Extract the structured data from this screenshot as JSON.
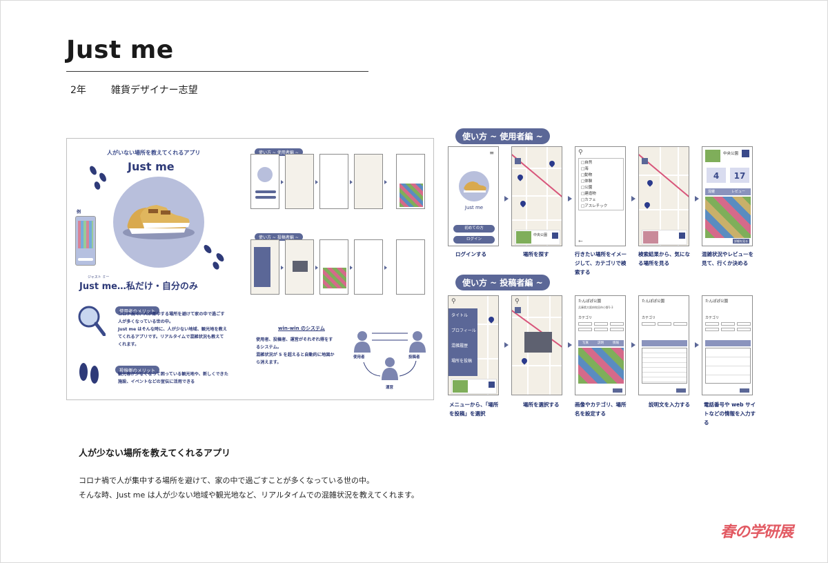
{
  "header": {
    "title": "Just me",
    "grade": "2年",
    "aim": "雑貨デザイナー志望"
  },
  "poster": {
    "tagline": "人がいない場所を教えてくれるアプリ",
    "app_name": "Just me",
    "example_label": "例",
    "ruby": "ジャスト ミー",
    "catchphrase": "Just me…私だけ・自分のみ",
    "user_merit_label": "使用者のメリット",
    "user_merit_text": [
      "コロナ禍で、人が集中する場所を避けて家の中で過ごす",
      "人が多くなっている世の中。",
      "Just me はそんな時に、人が少ない地域、観光地を教え",
      "てくれるアプリです。リアルタイムで混雑状況も教えて",
      "くれます。"
    ],
    "poster_merit_label": "投稿側のメリット",
    "poster_merit_text": [
      "観光客が少なくなって困っている観光地や、新しくできた",
      "施設、イベントなどの宣伝に活用できる"
    ],
    "user_section": "使い方 ~ 使用者編 ~",
    "poster_section": "使い方 ~ 投稿者編 ~",
    "winwin_title": "win-win のシステム",
    "winwin_text": [
      "使用者、投稿者、運営がそれぞれ得をす",
      "るシステム。",
      "混雑状況が 5 を超えると自動的に地図か",
      "ら消えます。"
    ],
    "roles": [
      "使用者",
      "投稿者",
      "運営"
    ]
  },
  "user_guide": {
    "section_label": "使い方 ~ 使用者編 ~",
    "login_phone": {
      "app_name": "Just me",
      "first_button": "初めての方",
      "login_button": "ログイン"
    },
    "categories": [
      "自然",
      "海",
      "動物",
      "体験",
      "公園",
      "建造物",
      "カフェ",
      "アスレチック"
    ],
    "detail": {
      "place": "中央公園",
      "stat1": "4",
      "stat2": "17",
      "tab1": "混雑",
      "tab2": "レビュー",
      "more": "詳細を見る"
    },
    "steps": [
      "ログインする",
      "場所を探す",
      "行きたい場所をイメージして、カテゴリで検索する",
      "検索結果から、気になる場所を見る",
      "混雑状況やレビューを見て、行くか決める"
    ]
  },
  "poster_guide": {
    "section_label": "使い方 ~ 投稿者編 ~",
    "menu": [
      "タイトル",
      "プロフィール",
      "混雑履歴",
      "場所を投稿"
    ],
    "place_title": "たんぽぽ公園",
    "address": "兵庫県大阪府吹田市小野1-3",
    "category_label": "カテゴリ",
    "tabs": [
      "写真",
      "説明",
      "情報"
    ],
    "steps": [
      "メニューから、「場所を投稿」を選択",
      "場所を選択する",
      "画像やカテゴリ、場所名を設定する",
      "説明文を入力する",
      "電話番号や web サイトなどの情報を入力する"
    ]
  },
  "description": {
    "heading": "人が少ない場所を教えてくれるアプリ",
    "lines": [
      "コロナ禍で人が集中する場所を避けて、家の中で過ごすことが多くなっている世の中。",
      "そんな時、Just me は人が少ない地域や観光地など、リアルタイムでの混雑状況を教えてくれます。"
    ]
  },
  "brand": {
    "logo": "春の学研展"
  },
  "colors": {
    "accent": "#5b6797",
    "navy": "#2e3a78",
    "logo": "#e25a63"
  }
}
